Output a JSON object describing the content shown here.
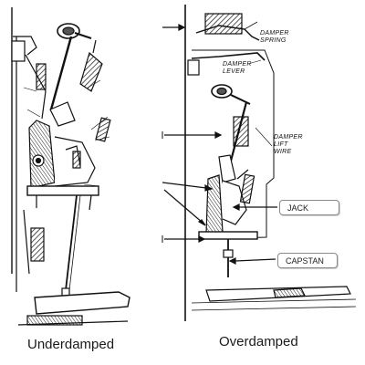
{
  "captions": {
    "left": "Underdamped",
    "right": "Overdamped"
  },
  "labels": {
    "damper_spring": "DAMPER SPRING",
    "damper_lever": "DAMPER LEVER",
    "damper_lift_wire": "DAMPER LIFT WIRE",
    "jack": "JACK",
    "capstan": "CAPSTAN"
  }
}
